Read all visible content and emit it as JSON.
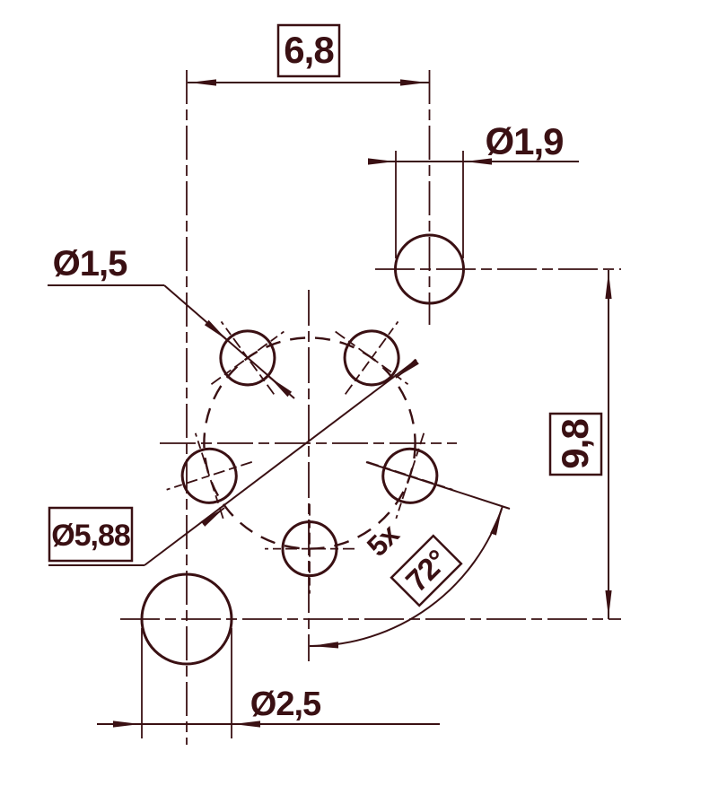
{
  "meta": {
    "type": "technical-drawing-hole-pattern",
    "line_color": "#3a1013",
    "background_color": "#ffffff"
  },
  "labels": {
    "width_dim": "6,8",
    "top_hole_dia": "Ø1,9",
    "pattern_hole_dia": "Ø1,5",
    "height_dim": "9,8",
    "bolt_circle_dia": "Ø5,88",
    "pattern_count": "5x",
    "pattern_angle": "72°",
    "large_hole_dia": "Ø2,5"
  },
  "pattern": {
    "hole_count": 5,
    "angle_between_deg": 72,
    "bolt_circle_diameter": 5.88,
    "hole_diameter": 1.5
  }
}
